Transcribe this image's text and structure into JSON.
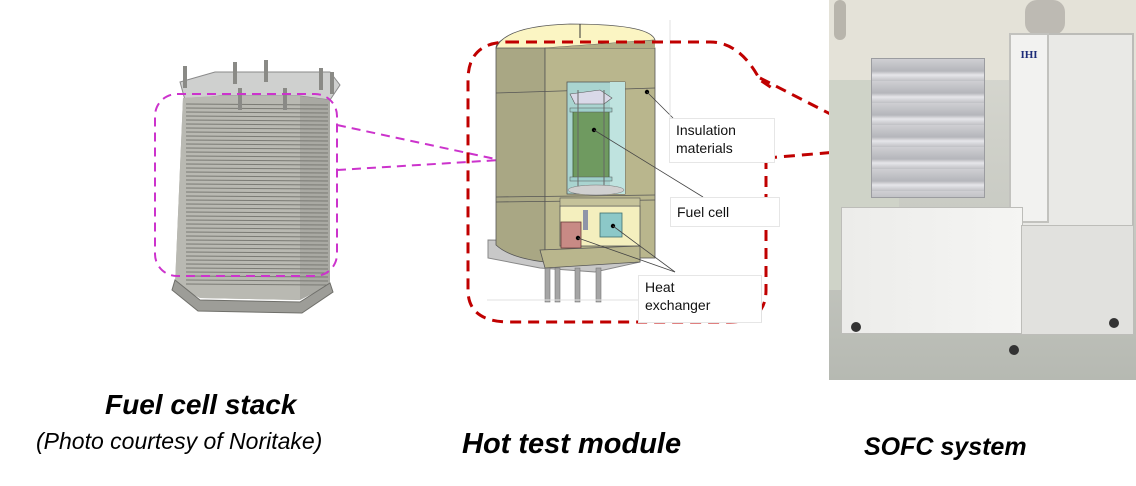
{
  "figure": {
    "panels": [
      {
        "id": "stack",
        "caption": "Fuel cell stack",
        "subcaption": "(Photo courtesy of Noritake)"
      },
      {
        "id": "module",
        "caption": "Hot test module"
      },
      {
        "id": "system",
        "caption": "SOFC system"
      }
    ],
    "module_labels": {
      "insulation": [
        "Insulation",
        "materials"
      ],
      "fuel_cell": "Fuel cell",
      "heat_exchanger": [
        "Heat",
        "exchanger"
      ]
    },
    "system_logo": "IHI",
    "colors": {
      "magenta_dash": "#cc33cc",
      "red_dash": "#c00000",
      "insulation": "#b8b68c",
      "insulation_top": "#f8f4c0",
      "fuel_cell_green": "#6f9a60",
      "inner_cyan": "#a9d4d0",
      "hx_pink": "#c88a85",
      "hx_cyan": "#8cc8c8"
    }
  }
}
